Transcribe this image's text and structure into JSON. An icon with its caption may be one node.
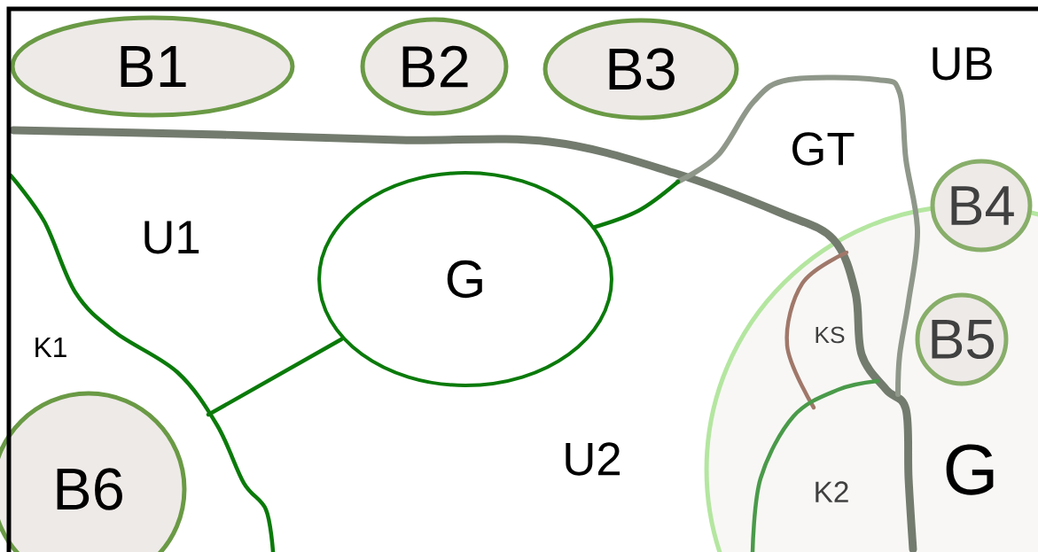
{
  "diagram": {
    "nodes": [
      {
        "text": [
          "B1"
        ]
      },
      {
        "text": [
          "B2"
        ]
      },
      {
        "text": [
          "B3"
        ]
      },
      {
        "text": [
          "B4"
        ]
      },
      {
        "text": [
          "G"
        ]
      },
      {
        "text": [
          "G"
        ]
      },
      {
        "text": [
          "B5"
        ],
        "in": 5
      },
      {
        "text": [
          "B6"
        ]
      }
    ],
    "labels": [
      "UB",
      "GT",
      "U1",
      "K1",
      "KS",
      "U2",
      "K2"
    ]
  }
}
